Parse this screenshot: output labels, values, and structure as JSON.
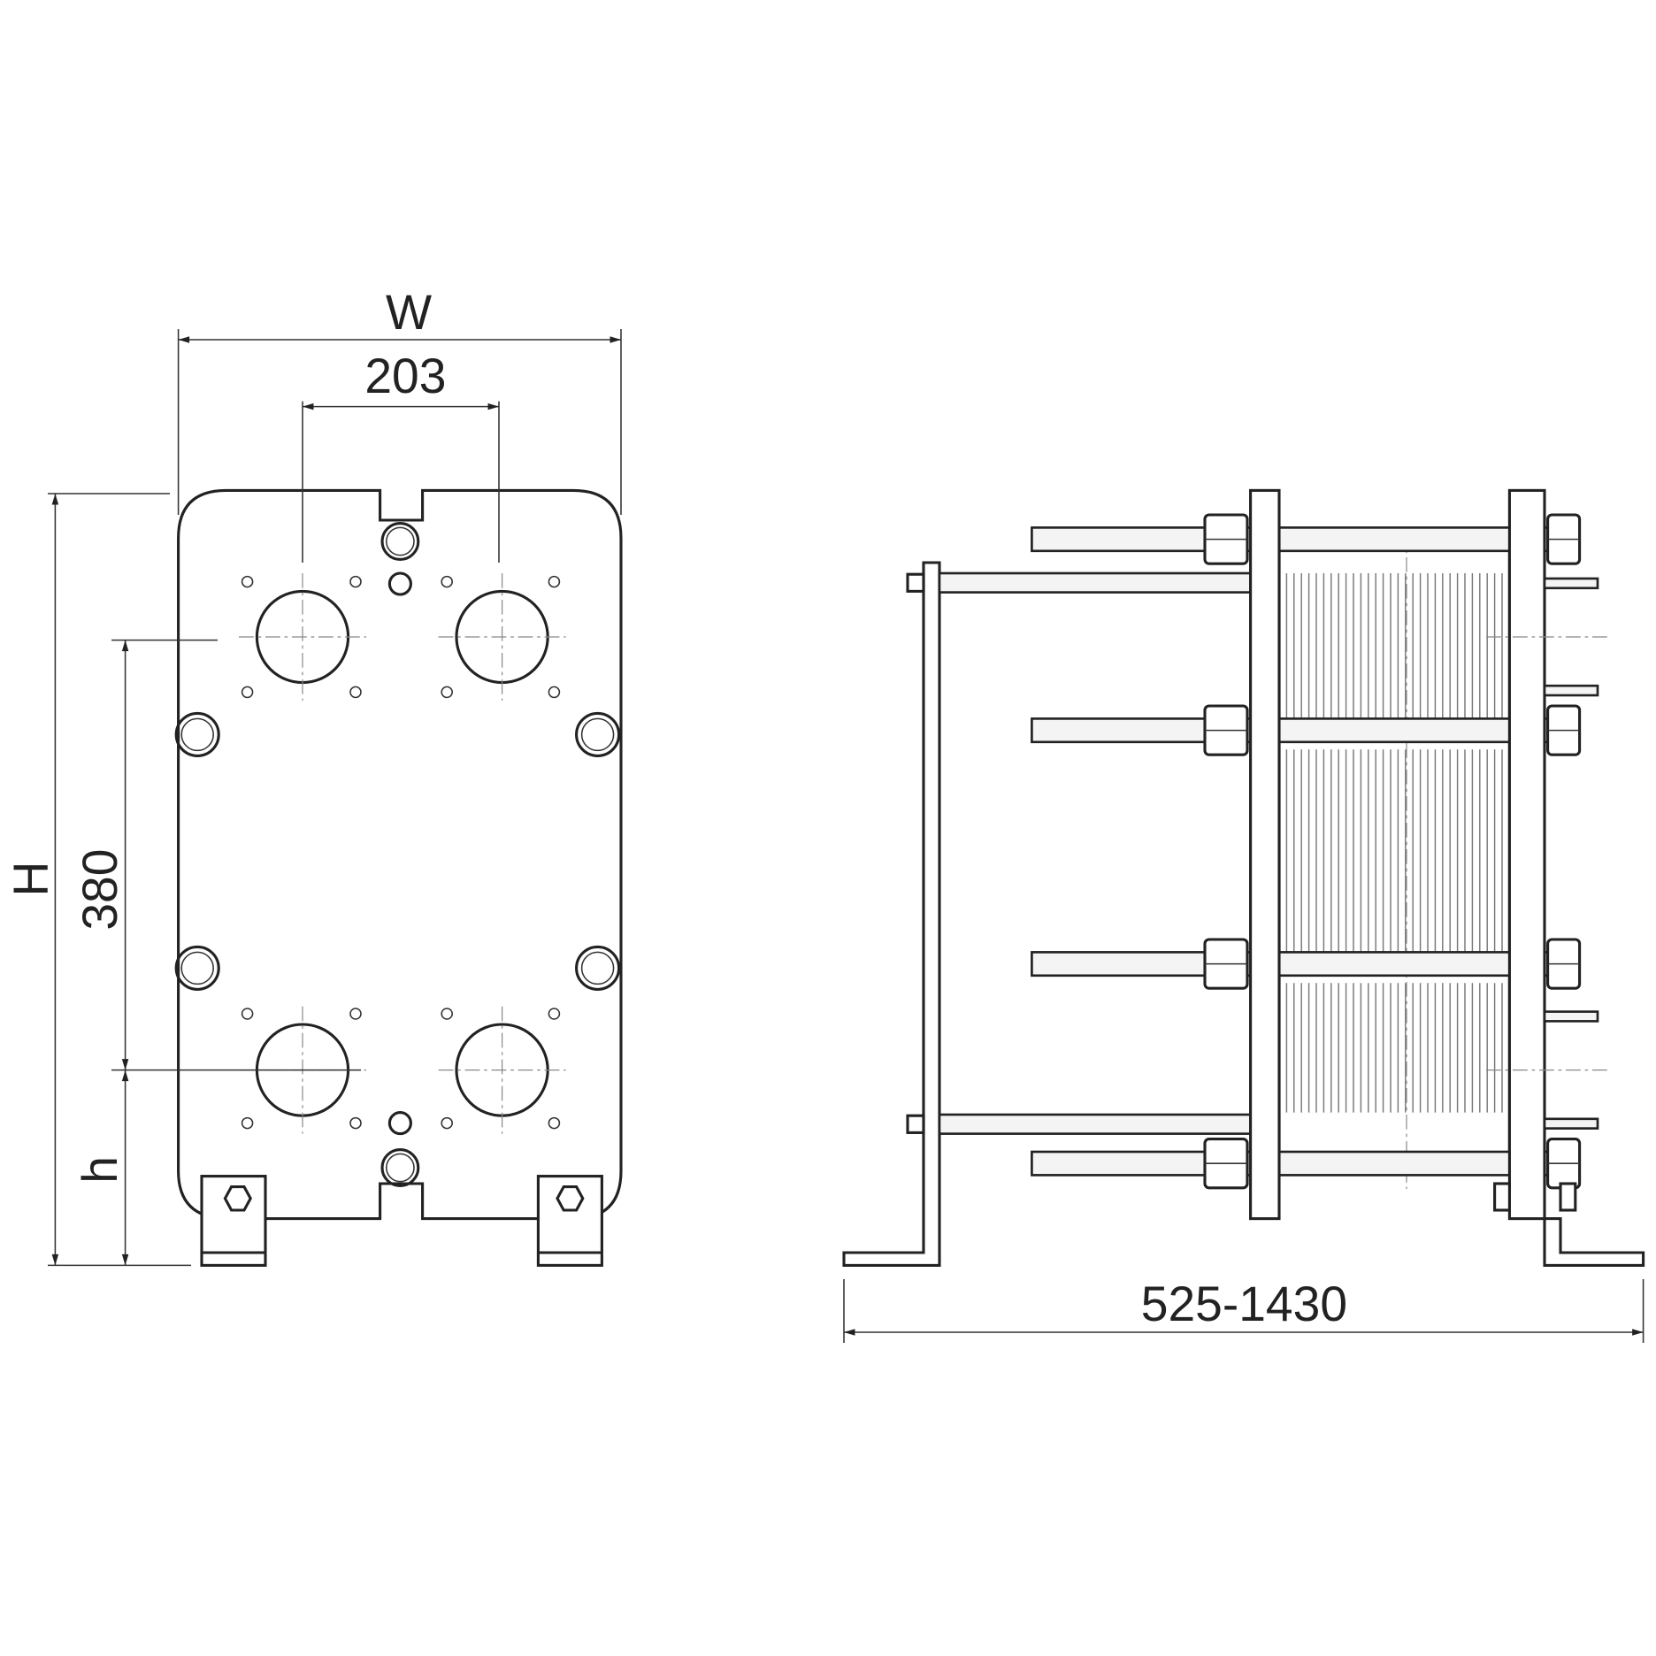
{
  "title": "Plate heat exchanger dimensional drawing",
  "front_view": {
    "width_label": "W",
    "port_spacing_label": "203",
    "height_label": "H",
    "port_vertical_spacing_label": "380",
    "port_height_label": "h"
  },
  "side_view": {
    "length_range_label": "525-1430"
  },
  "colors": {
    "line": "#222222",
    "background": "#ffffff"
  }
}
